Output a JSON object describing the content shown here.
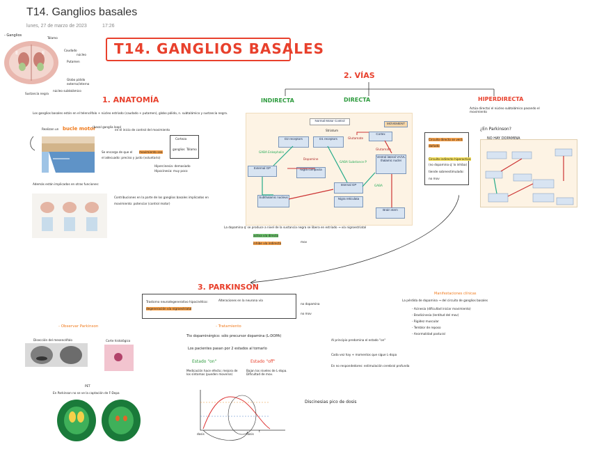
{
  "page": {
    "title": "T14. Ganglios basales",
    "date": "lunes, 27 de marzo de 2023",
    "time": "17:26"
  },
  "main_title": "T14. GANGLIOS BASALES",
  "brain_labels": {
    "ganglios": "- Ganglios",
    "talamo": "Tálamo",
    "caudado": "Caudado",
    "nucleo": "núcleo",
    "putamen": "Putamen",
    "globo_palido": "Globo pálido",
    "externo_interno": "externo/interno",
    "nucleo_subtalamico": "núcleo subtalámico",
    "sustancia_negra": "Sustancia negra"
  },
  "anatomia": {
    "heading": "1. ANATOMÍA",
    "line1": "Los ganglios basales están en el telencéfalo + núcleo estriado (caudado + putamen), globo pálido, n. subtalámico y sustancia negra.",
    "bucle_pre": "Realizan un",
    "bucle": "bucle motor",
    "bucle_note": "(basal ganglia loop)",
    "bucle_post": "en el inicio de control del movimiento",
    "corteza": "Corteza",
    "ganglios": "ganglios",
    "talamo": "Tálamo",
    "encarga1": "Se encarga de que el",
    "encarga_hl": "movimiento sea",
    "encarga2": "el adecuado: preciso y justo (voluntario)",
    "hipercinesia": "Hipercinesia: demasiado",
    "hipocinesia": "Hipocinesia: muy poco",
    "implicados": "Además están implicados en otras funciones:",
    "contribuciones": "Contribuciones en la parte de los ganglios basales implicados en",
    "contribuciones2": "movimiento: potenciar (control motor)"
  },
  "vias": {
    "heading": "2. VÍAS",
    "indirecta": "INDIRECTA",
    "directa": "DIRECTA",
    "hiperdirecta": "HIPERDIRECTA",
    "hiper_desc": "Actúa directa/ el núcleo subtalámico pasando el movimiento",
    "parkinson_q": "¿En Parkinson?",
    "no_dopamina": "NO HAY DOPAMINA",
    "box_line1": "Circuito directo se verá",
    "box_line2": "dañado",
    "box_line3": "Circuito indirecto hiperactivo",
    "box_line4": "(no dopamina q' lo inhiba)",
    "box_line5": "tiende sobreestimulado:",
    "box_line6": "no mov",
    "dopamina_note": "La dopamina q' se produce a nivel de la sustancia negra se libera en estriado → vía nigroestriatal",
    "note1": "activa vía directa",
    "note2": "inhibe vía indirecta",
    "mov": "mov"
  },
  "diagram": {
    "title": "Normal Motor Control",
    "movement": "MOVEMENT",
    "cortex": "Cortex",
    "striatum": "Striatum",
    "d2": "D2 receptors",
    "d1": "D1 receptors",
    "gaba_enk": "GABA Enkephalin",
    "external_gp": "External GP",
    "nigra_compacta": "Nigra compacta",
    "internal_gp": "Internal GP",
    "subthalamic": "Subthalamic nucleus",
    "nigra_reticulata": "Nigra reticulata",
    "thalamic": "Ventral lateral VA/VL thalamic nuclei",
    "brain_stem": "Brain stem",
    "glutamate": "Glutamate",
    "gaba": "GABA",
    "dopamine": "Dopamine",
    "gaba_sub_p": "GABA Substance P"
  },
  "parkinson": {
    "heading": "3. PARKINSON",
    "box_a": "Trastorno neurodegenerativo hipocinético:",
    "box_b": "degeneración vía nigroestriatal",
    "box_c": "Alteraciones en la neurona vía",
    "box_d": "no dopamina",
    "box_e": "no mov",
    "observar": "- Observar Parkinson",
    "diseccion": "Disección del mesencéfalo",
    "corte": "Corte histológico",
    "pet": "PET",
    "pet_desc": "En Parkinson no se ve la captación de F-Dopa",
    "tratamiento": "- Tratamiento",
    "tto": "Tto dopaminérgico: sólo precursor dopamina (L-DOPA)",
    "pacientes": "Los pacientes pasan por 2 estados al tomarlo",
    "on": "Estado \"on\"",
    "off": "Estado \"off\"",
    "on_desc": "Medicación hace efecto; mejora de los síntomas (pueden moverse)",
    "off_desc": "Bajan los niveles de L-dopa. Dificultad de mov.",
    "discinesias": "Discinesias pico de dosis",
    "dosis": "dosis",
    "dosis2": "dosis",
    "t": "t",
    "manif_title": "Manifestaciones clínicas",
    "manif_sub": "La pérdida de dopamina → del circuito de ganglios basales",
    "manif_items": [
      "- Acinesia (dificultad iniciar movimiento)",
      "- Bradicinesia (lentitud del mov)",
      "- Rigidez muscular",
      "- Temblor de reposo",
      "- Anormalidad postural"
    ],
    "right_note1": "Al principio predomina el estado \"on\"",
    "right_note2": "Cada vez hay + momentos que sigue L-dopa",
    "right_note3": "En no respondedores: estimulación cerebral profunda"
  },
  "colors": {
    "red": "#e8402c",
    "orange": "#f07a1c",
    "green": "#2e9b3e"
  }
}
